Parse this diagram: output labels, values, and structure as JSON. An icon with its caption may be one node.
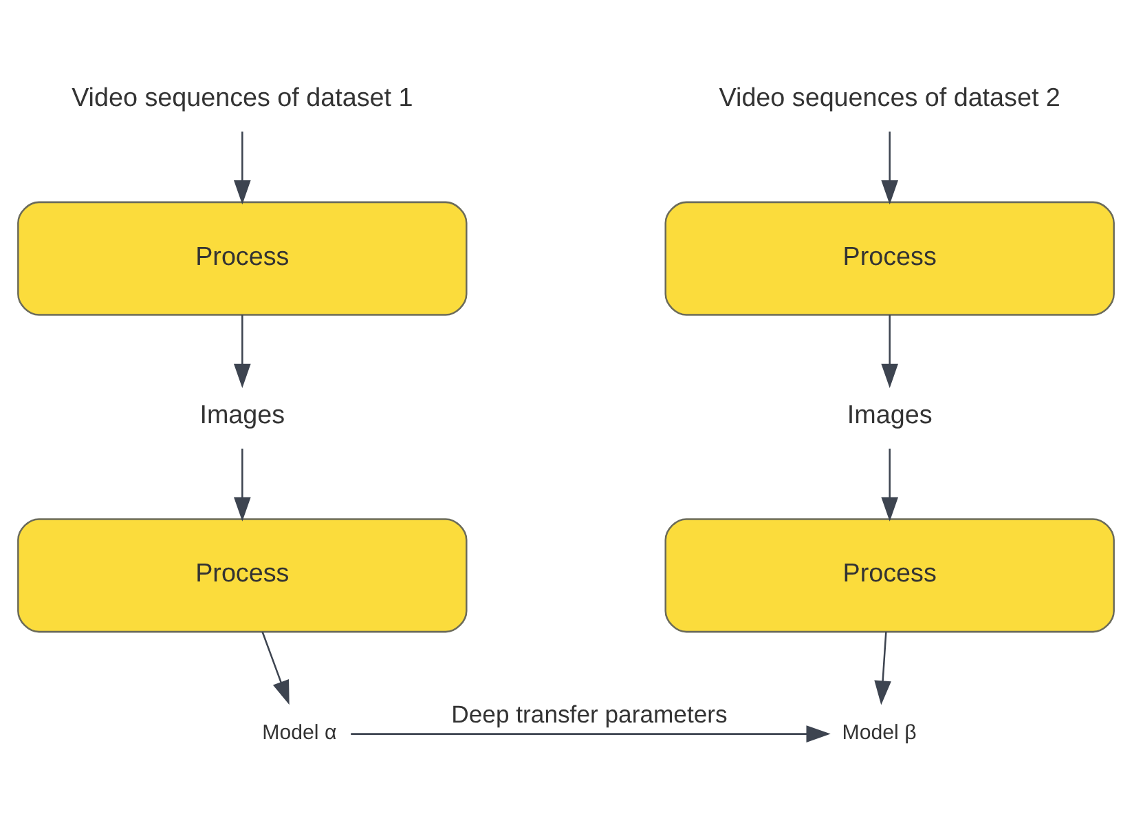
{
  "diagram": {
    "nodes": [
      {
        "text": [
          "Video sequences of dataset 1"
        ]
      },
      {
        "text": [
          "Process"
        ]
      },
      {
        "text": [
          "Images"
        ]
      },
      {
        "text": [
          "Process"
        ]
      },
      {
        "text": [
          "Model α"
        ]
      },
      {
        "text": [
          "Video sequences of dataset 2"
        ]
      },
      {
        "text": [
          "Process"
        ]
      },
      {
        "text": [
          "Images"
        ]
      },
      {
        "text": [
          "Process"
        ]
      },
      {
        "text": [
          "Model β"
        ]
      }
    ],
    "edges": [
      {
        "from": 0,
        "to": 1,
        "arrow": "to"
      },
      {
        "from": 1,
        "to": 2,
        "arrow": "to"
      },
      {
        "from": 2,
        "to": 3,
        "arrow": "to"
      },
      {
        "from": 3,
        "to": 4,
        "arrow": "to"
      },
      {
        "from": 5,
        "to": 6,
        "arrow": "to"
      },
      {
        "from": 6,
        "to": 7,
        "arrow": "to"
      },
      {
        "from": 7,
        "to": 8,
        "arrow": "to"
      },
      {
        "from": 8,
        "to": 9,
        "arrow": "to"
      },
      {
        "from": 4,
        "to": 9,
        "arrow": "to",
        "label": "Deep transfer parameters"
      }
    ]
  }
}
